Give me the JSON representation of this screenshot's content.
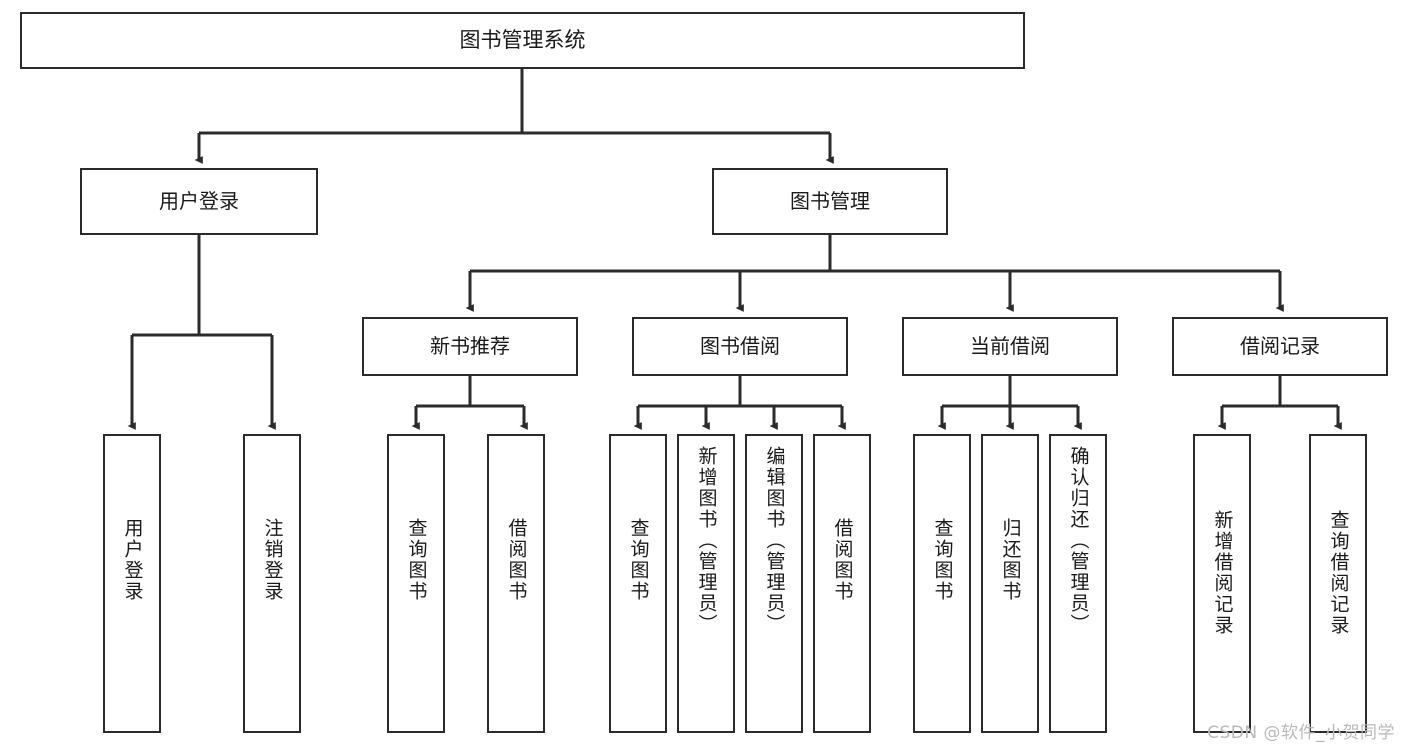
{
  "diagram": {
    "title": "图书管理系统",
    "type": "tree",
    "watermark": "CSDN @软件_小贺同学",
    "colors": {
      "stroke": "#2b2b2b",
      "fill": "#ffffff",
      "text": "#1a1a1a",
      "watermark": "#b9b9b9"
    },
    "root": {
      "label": "图书管理系统"
    },
    "level1": [
      {
        "label": "用户登录"
      },
      {
        "label": "图书管理"
      }
    ],
    "level2": [
      {
        "label": "新书推荐"
      },
      {
        "label": "图书借阅"
      },
      {
        "label": "当前借阅"
      },
      {
        "label": "借阅记录"
      }
    ],
    "leaves": {
      "user_login": [
        {
          "label": "用户登录"
        },
        {
          "label": "注销登录"
        }
      ],
      "new_book": [
        {
          "label": "查询图书"
        },
        {
          "label": "借阅图书"
        }
      ],
      "borrow": [
        {
          "label": "查询图书"
        },
        {
          "label": "新增图书（管理员）"
        },
        {
          "label": "编辑图书（管理员）"
        },
        {
          "label": "借阅图书"
        }
      ],
      "current": [
        {
          "label": "查询图书"
        },
        {
          "label": "归还图书"
        },
        {
          "label": "确认归还（管理员）"
        }
      ],
      "record": [
        {
          "label": "新增借阅记录"
        },
        {
          "label": "查询借阅记录"
        }
      ]
    }
  }
}
